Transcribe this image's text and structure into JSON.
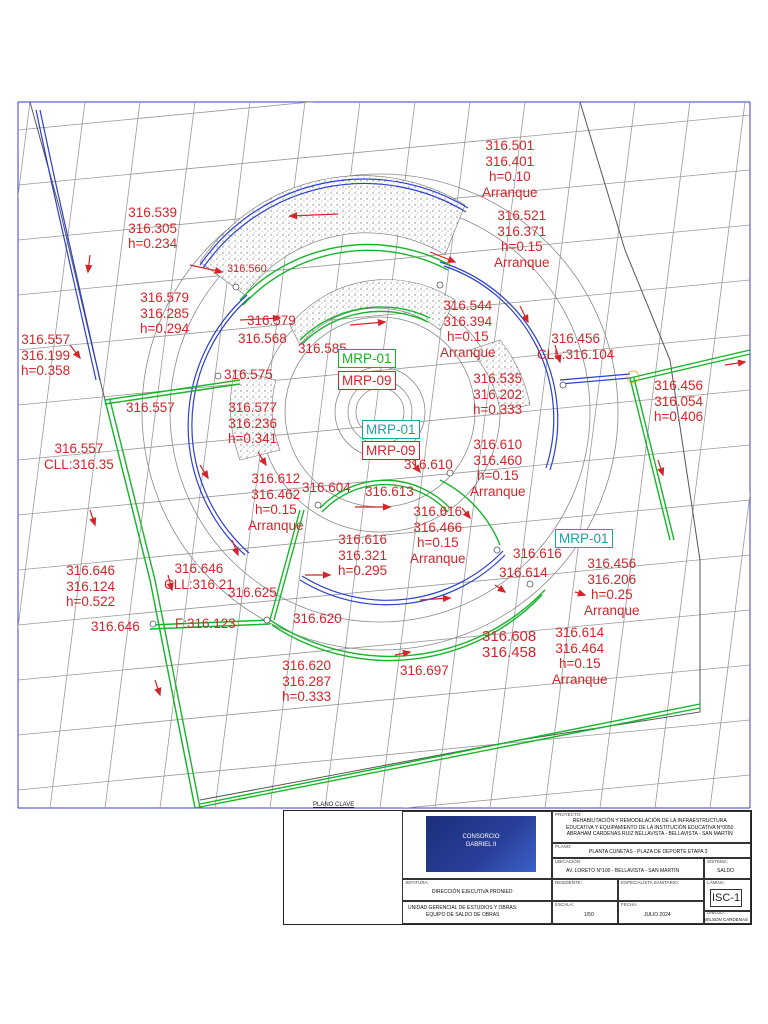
{
  "labels": [
    {
      "id": "l1",
      "text": "316.501\n316.401\nh=0.10\nArranque"
    },
    {
      "id": "l2",
      "text": "316.539\n316.305\nh=0.234"
    },
    {
      "id": "l3",
      "text": "316.521\n316.371\nh=0.15\nArranque"
    },
    {
      "id": "l4",
      "text": "316.560"
    },
    {
      "id": "l5",
      "text": "316.579\n316.285\nh=0.294"
    },
    {
      "id": "l6",
      "text": "316.579"
    },
    {
      "id": "l7",
      "text": "316.568"
    },
    {
      "id": "l8",
      "text": "316.585"
    },
    {
      "id": "l9",
      "text": "316.544\n316.394\nh=0.15\nArranque"
    },
    {
      "id": "l10",
      "text": "316.557\n316.199\nh=0.358"
    },
    {
      "id": "l11",
      "text": "316.456\nCLL:316.104"
    },
    {
      "id": "l12",
      "text": "316.575"
    },
    {
      "id": "l13",
      "text": "316.535\n316.202\nh=0.333"
    },
    {
      "id": "l14",
      "text": "316.456\n316.054\nh=0.406"
    },
    {
      "id": "l15",
      "text": "316.557"
    },
    {
      "id": "l16",
      "text": "316.577\n316.236\nh=0.341"
    },
    {
      "id": "l17",
      "text": "316.557\nCLL:316.35"
    },
    {
      "id": "l18",
      "text": "316.610\n316.460\nh=0.15\nArranque"
    },
    {
      "id": "l19",
      "text": "316.610"
    },
    {
      "id": "l20",
      "text": "316.612\n316.462\nh=0.15\nArranque"
    },
    {
      "id": "l21",
      "text": "316.604"
    },
    {
      "id": "l22",
      "text": "316.613"
    },
    {
      "id": "l23",
      "text": "316.616\n316.466\nh=0.15\nArranque"
    },
    {
      "id": "l24",
      "text": "316.616\n316.321\nh=0.295"
    },
    {
      "id": "l25",
      "text": "316.616"
    },
    {
      "id": "l26",
      "text": "316.614"
    },
    {
      "id": "l27",
      "text": "316.456\n316.206\nh=0.25\nArranque"
    },
    {
      "id": "l28",
      "text": "316.646\n316.124\nh=0.522"
    },
    {
      "id": "l29",
      "text": "316.646\nCLL:316.21"
    },
    {
      "id": "l30",
      "text": "316.625"
    },
    {
      "id": "l31",
      "text": "316.646"
    },
    {
      "id": "l32",
      "text": "F:316.123"
    },
    {
      "id": "l33",
      "text": "316.620"
    },
    {
      "id": "l34",
      "text": "316.608\n316.458"
    },
    {
      "id": "l35",
      "text": "316.614\n316.464\nh=0.15\nArranque"
    },
    {
      "id": "l36",
      "text": "316.697"
    },
    {
      "id": "l37",
      "text": "316.620\n316.287\nh=0.333"
    }
  ],
  "tags": {
    "mrp01_a": "MRP-01",
    "mrp09_a": "MRP-09",
    "mrp01_b": "MRP-01",
    "mrp09_b": "MRP-09",
    "mrp01_c": "MRP-01"
  },
  "keyplan_title": "PLANO CLAVE",
  "title_block": {
    "logo_line1": "CONSORCIO",
    "logo_line2": "GABRIEL II",
    "proyecto_h": "PROYECTO:",
    "proyecto": "REHABILITACIÓN Y REMODELACIÓN DE LA INFRAESTRUCTURA\nEDUCATIVA Y EQUIPAMIENTO DE LA INSTITUCIÓN EDUCATIVA N°0050\nABRAHAM CARDENAS RUIZ BELLAVISTA - BELLAVISTA - SAN MARTÍN",
    "plano_h": "PLANO:",
    "plano": "PLANTA CUNETAS - PLAZA DE DEPORTE ETAPA 3",
    "ubicacion_h": "UBICACIÓN:",
    "ubicacion": "AV. LORETO N°100 - BELLAVISTA - SAN MARTÍN",
    "sistema_h": "SISTEMA:",
    "sistema": "SALDO",
    "jefatura_h": "JEFATURA:",
    "jefatura": "DIRECCIÓN EJECUTIVA PRONIED",
    "residente_h": "RESIDENTE:",
    "especialista_h": "ESPECIALISTA SANITARIO:",
    "lamina_h": "LÁMINA:",
    "lamina": "ISC-1",
    "unidad": "UNIDAD GERENCIAL DE ESTUDIOS Y OBRAS:\nEQUIPO DE SALDO DE OBRAS",
    "escala_h": "ESCALA:",
    "escala": "1/50",
    "fecha_h": "FECHA:",
    "fecha": "JULIO 2024",
    "dibujo_h": "DIBUJO:",
    "dibujo": "WILSON CARDENAS"
  }
}
